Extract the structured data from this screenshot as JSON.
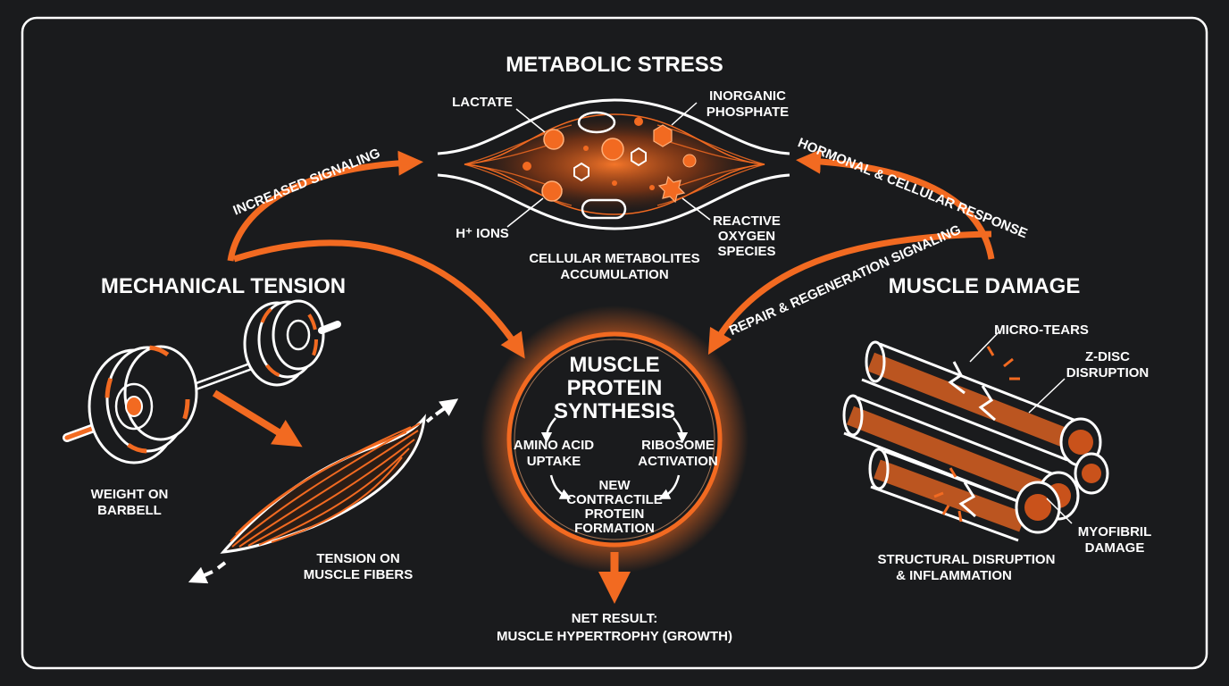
{
  "sections": {
    "metabolic_stress": "METABOLIC STRESS",
    "mechanical_tension": "MECHANICAL TENSION",
    "muscle_damage": "MUSCLE DAMAGE"
  },
  "metabolic": {
    "lactate": "LACTATE",
    "inorganic_line1": "INORGANIC",
    "inorganic_line2": "PHOSPHATE",
    "h_ions": "H⁺ IONS",
    "ros_line1": "REACTIVE",
    "ros_line2": "OXYGEN",
    "ros_line3": "SPECIES",
    "caption_line1": "CELLULAR METABOLITES",
    "caption_line2": "ACCUMULATION"
  },
  "mechanical": {
    "weight_line1": "WEIGHT ON",
    "weight_line2": "BARBELL",
    "tension_line1": "TENSION ON",
    "tension_line2": "MUSCLE FIBERS"
  },
  "damage": {
    "micro_tears": "MICRO-TEARS",
    "zdisc_line1": "Z-DISC",
    "zdisc_line2": "DISRUPTION",
    "myofibril_line1": "MYOFIBRIL",
    "myofibril_line2": "DAMAGE",
    "caption_line1": "STRUCTURAL DISRUPTION",
    "caption_line2": "& INFLAMMATION"
  },
  "arrows": {
    "increased_signaling": "INCREASED SIGNALING",
    "hormonal_response": "HORMONAL & CELLULAR RESPONSE",
    "repair_signaling": "REPAIR & REGENERATION SIGNALING"
  },
  "synthesis": {
    "title_line1": "MUSCLE",
    "title_line2": "PROTEIN",
    "title_line3": "SYNTHESIS",
    "amino_line1": "AMINO ACID",
    "amino_line2": "UPTAKE",
    "ribosome_line1": "RIBOSOME",
    "ribosome_line2": "ACTIVATION",
    "new_line1": "NEW",
    "new_line2": "CONTRACTILE",
    "new_line3": "PROTEIN",
    "new_line4": "FORMATION"
  },
  "result": {
    "line1": "NET RESULT:",
    "line2": "MUSCLE HYPERTROPHY (GROWTH)"
  },
  "colors": {
    "background": "#1a1b1d",
    "accent": "#f26a21",
    "frame": "#ffffff"
  }
}
